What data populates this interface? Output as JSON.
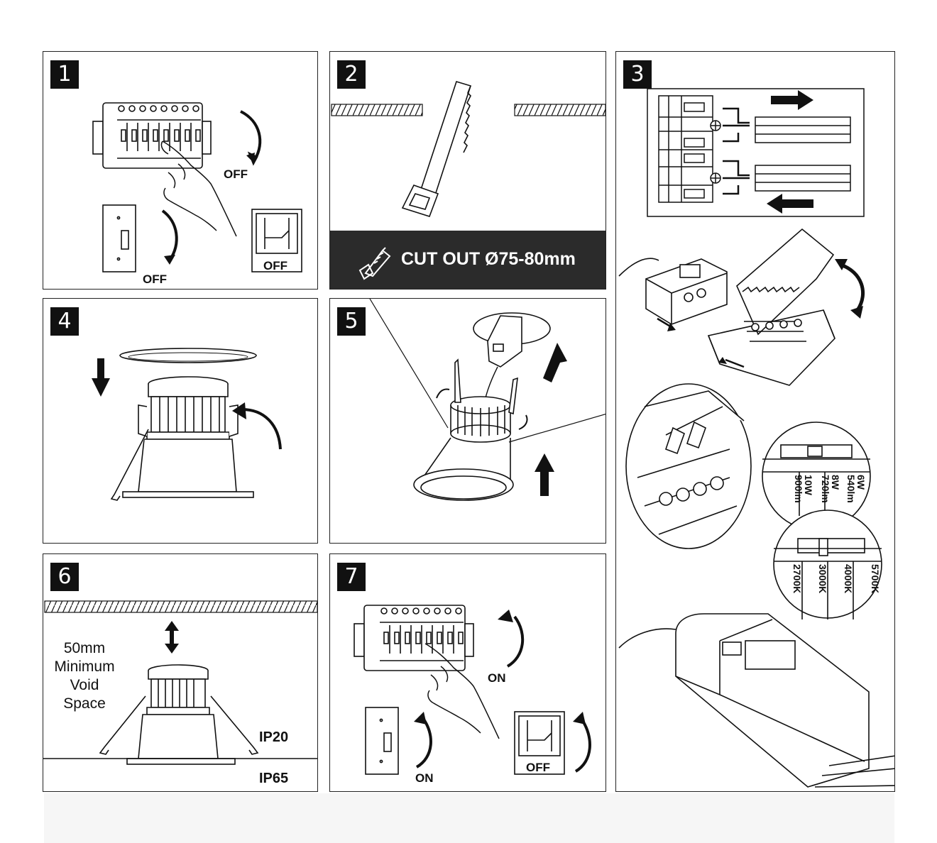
{
  "steps": [
    {
      "number": "1",
      "labels": {
        "breaker": "OFF",
        "switch": "OFF",
        "isolator": "OFF"
      }
    },
    {
      "number": "2",
      "cut_label": "CUT OUT Ø75-80mm"
    },
    {
      "number": "3",
      "wattage_options": [
        "6W\n540lm",
        "8W\n720lm",
        "10W\n900lm"
      ],
      "cct_options": [
        "5700K",
        "4000K",
        "3000K",
        "2700K"
      ]
    },
    {
      "number": "4"
    },
    {
      "number": "5"
    },
    {
      "number": "6",
      "void_label": "50mm\nMinimum\nVoid\nSpace",
      "ip_upper": "IP20",
      "ip_lower": "IP65"
    },
    {
      "number": "7",
      "labels": {
        "breaker": "ON",
        "switch": "ON",
        "isolator": "OFF"
      }
    }
  ],
  "colors": {
    "ink": "#111111",
    "bar": "#2b2b2b",
    "paper": "#ffffff"
  },
  "icons": [
    "breaker-icon",
    "hand-icon",
    "wall-switch-icon",
    "isolator-icon",
    "saw-icon",
    "terminal-block-icon",
    "driver-box-icon",
    "downlight-icon",
    "arrow-icon"
  ]
}
